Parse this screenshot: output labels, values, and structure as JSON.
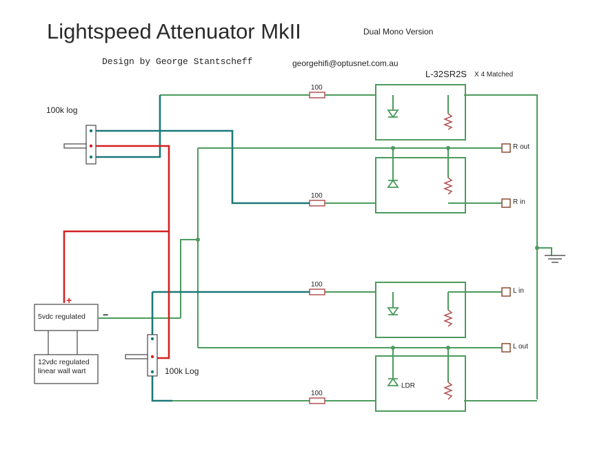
{
  "header": {
    "title": "Lightspeed Attenuator MkII",
    "subtitle": "Dual Mono Version",
    "designer": "Design by George Stantscheff",
    "email": "georgehifi@optusnet.com.au"
  },
  "part": {
    "name": "L-32SR2S",
    "quantity": "X 4 Matched"
  },
  "pots": {
    "top": "100k log",
    "bottom": "100k Log"
  },
  "resistors": [
    "100",
    "100",
    "100",
    "100"
  ],
  "terminals": {
    "r_out": "R out",
    "r_in": "R in",
    "l_in": "L in",
    "l_out": "L out"
  },
  "power": {
    "regulator": "5vdc regulated",
    "wall_wart": "12vdc regulated linear  wall  wart",
    "plus": "+",
    "minus": "−"
  },
  "ldr_label": "LDR",
  "colors": {
    "green_wire": "#4a9a5c",
    "red_wire": "#d42020",
    "teal_wire": "#1a7878",
    "background": "#ffffff"
  }
}
